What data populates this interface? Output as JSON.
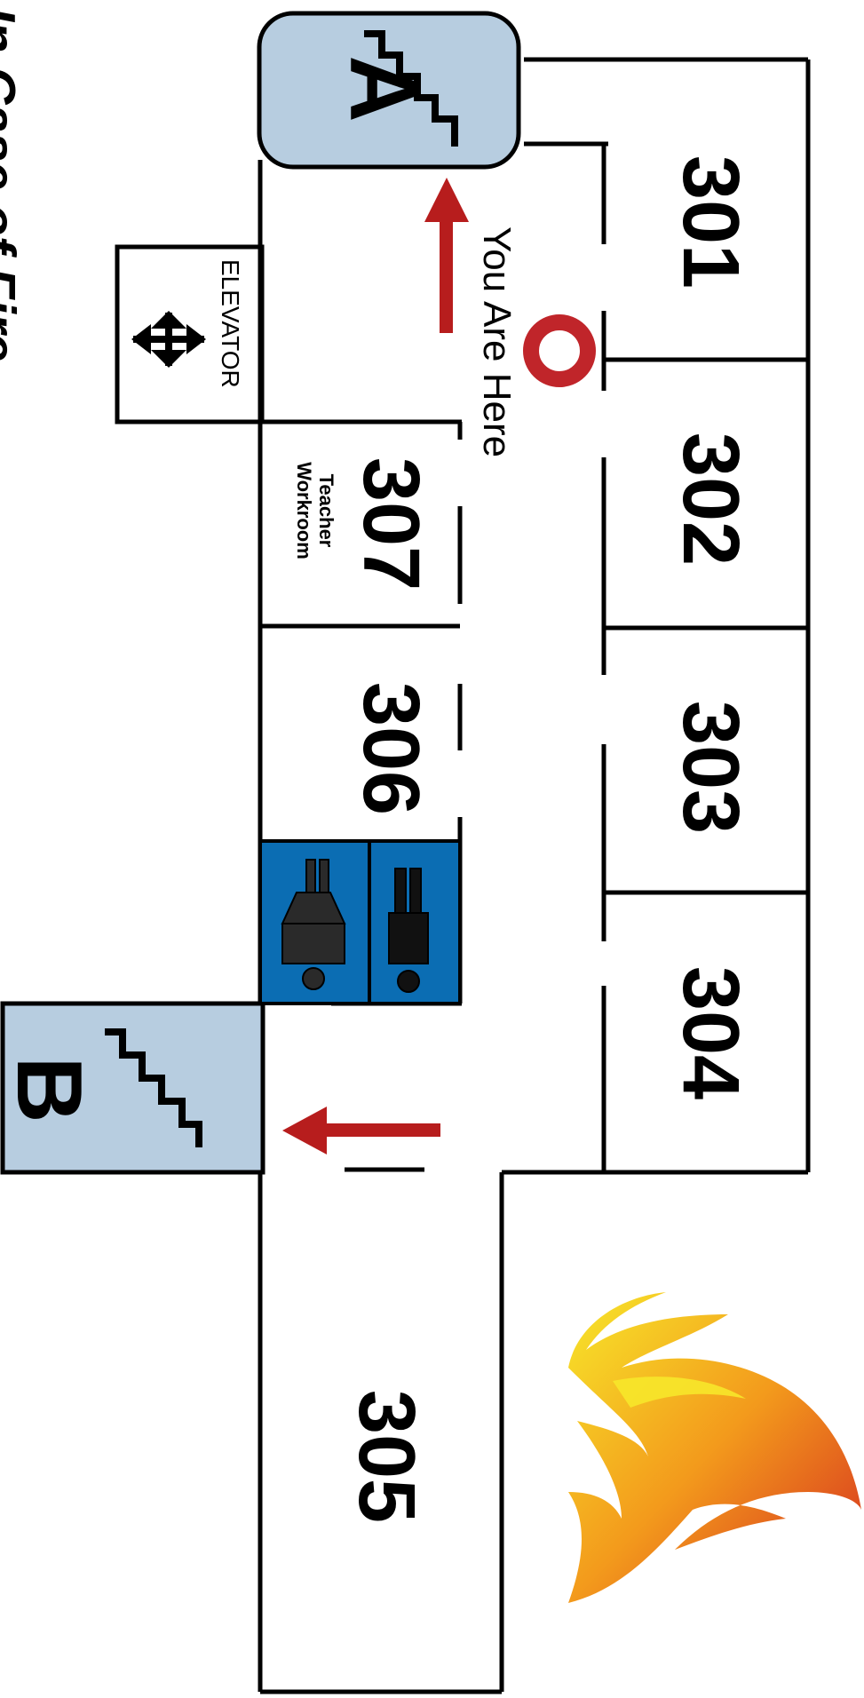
{
  "title": "In Case of Fire",
  "you_are_here": "You Are Here",
  "elevator": "ELEVATOR",
  "stairs": [
    {
      "id": "stair-a",
      "label": "A"
    },
    {
      "id": "stair-b",
      "label": "B"
    }
  ],
  "rooms": {
    "r301": "301",
    "r302": "302",
    "r303": "303",
    "r304": "304",
    "r305": "305",
    "r306": "306",
    "r307": "307",
    "r307_sub1": "Teacher",
    "r307_sub2": "Workroom"
  },
  "icons": [
    "stairs-icon",
    "elevator-icon",
    "restroom-icon",
    "exit-arrow-icon",
    "you-are-here-marker",
    "fire-icon"
  ],
  "colors": {
    "stair_fill": "#b7cde0",
    "restroom_fill": "#0b6db3",
    "arrow": "#b71d1d",
    "marker": "#c0252a",
    "line": "#000000"
  }
}
